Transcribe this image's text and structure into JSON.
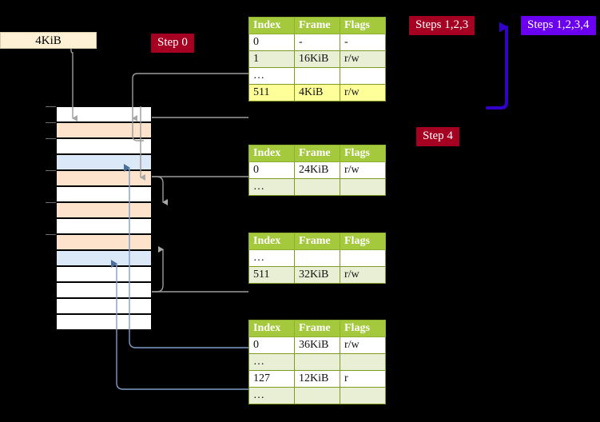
{
  "diagram": {
    "title_labels": {
      "size_box": "4KiB",
      "step0": "Step 0",
      "step4": "Step 4",
      "steps123": "Steps 1,2,3",
      "steps1234": "Steps 1,2,3,4"
    },
    "colors": {
      "badge_red": "#a50021",
      "badge_blue": "#6a00ef",
      "table_header": "#a5c93c",
      "table_alt_row": "#e9efd4",
      "highlight": "#ffff99",
      "mem_orange": "#fde2cc",
      "mem_blue": "#dbe8f8",
      "size_box": "#fdf0d5",
      "connector_gray": "#9a9a9a",
      "connector_blue": "#7f9dc9",
      "bracket_blue": "#3300cc"
    },
    "columns": [
      "Index",
      "Frame",
      "Flags"
    ],
    "tables": [
      {
        "name": "pml4-table",
        "rows": [
          {
            "index": "0",
            "frame": "-",
            "flags": "-",
            "style": "plain",
            "highlight": false
          },
          {
            "index": "1",
            "frame": "16KiB",
            "flags": "r/w",
            "style": "alt",
            "highlight": false
          },
          {
            "index": "…",
            "frame": "",
            "flags": "",
            "style": "plain",
            "highlight": false
          },
          {
            "index": "511",
            "frame": "4KiB",
            "flags": "r/w",
            "style": "alt",
            "highlight": true
          }
        ]
      },
      {
        "name": "pdp-table",
        "rows": [
          {
            "index": "0",
            "frame": "24KiB",
            "flags": "r/w",
            "style": "plain",
            "highlight": false
          },
          {
            "index": "…",
            "frame": "",
            "flags": "",
            "style": "alt",
            "highlight": false
          }
        ]
      },
      {
        "name": "pd-table",
        "rows": [
          {
            "index": "…",
            "frame": "",
            "flags": "",
            "style": "plain",
            "highlight": false
          },
          {
            "index": "511",
            "frame": "32KiB",
            "flags": "r/w",
            "style": "alt",
            "highlight": false
          }
        ]
      },
      {
        "name": "pt-table",
        "rows": [
          {
            "index": "0",
            "frame": "36KiB",
            "flags": "r/w",
            "style": "plain",
            "highlight": false
          },
          {
            "index": "…",
            "frame": "",
            "flags": "",
            "style": "alt",
            "highlight": false
          },
          {
            "index": "127",
            "frame": "12KiB",
            "flags": "r",
            "style": "plain",
            "highlight": false
          },
          {
            "index": "…",
            "frame": "",
            "flags": "",
            "style": "alt",
            "highlight": false
          }
        ]
      }
    ],
    "memory_rows": [
      {
        "fill": "white"
      },
      {
        "fill": "orange"
      },
      {
        "fill": "white"
      },
      {
        "fill": "blue"
      },
      {
        "fill": "orange"
      },
      {
        "fill": "white"
      },
      {
        "fill": "orange"
      },
      {
        "fill": "white"
      },
      {
        "fill": "orange"
      },
      {
        "fill": "blue"
      },
      {
        "fill": "white"
      },
      {
        "fill": "white"
      },
      {
        "fill": "white"
      },
      {
        "fill": "white"
      }
    ]
  }
}
